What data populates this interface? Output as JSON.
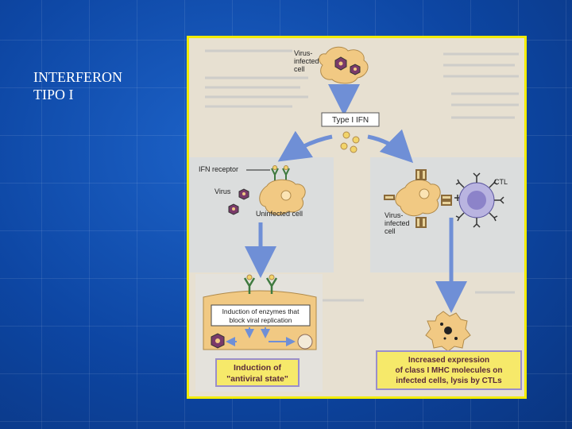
{
  "slide": {
    "title_line1": "INTERFERON",
    "title_line2": "TIPO I"
  },
  "figure": {
    "virus_infected_top": [
      "Virus-",
      "infected",
      "cell"
    ],
    "type_ifn": "Type I IFN",
    "ifn_receptor": "IFN receptor",
    "virus": "Virus",
    "uninfected_cell": "Uninfected cell",
    "virus_infected_right": [
      "Virus-",
      "infected",
      "cell"
    ],
    "ctl": "CTL",
    "enzymes_box": [
      "Induction of enzymes that",
      "block viral replication"
    ],
    "antiviral_box": [
      "Induction of",
      "\"antiviral state\""
    ],
    "mhc_box": [
      "Increased expression",
      "of class I MHC molecules on",
      "infected cells, lysis by CTLs"
    ]
  },
  "colors": {
    "slide_background": "#0d46a3",
    "frame_border": "#f2ec00",
    "text_box_fill": "#f6e96a",
    "text_box_border": "#9a8ecb",
    "arrow_blue": "#6f8fd6",
    "cell_tan": "#f1c983",
    "ctl_purple": "#8c83c9"
  }
}
